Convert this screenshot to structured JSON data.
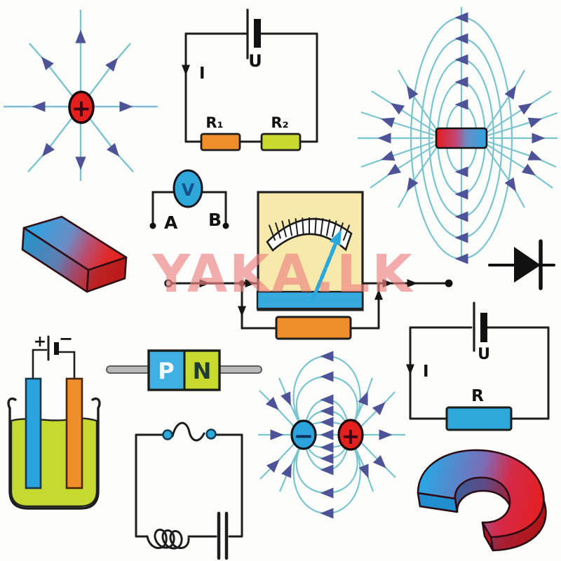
{
  "watermark": {
    "text": "YAKA.LK"
  },
  "colors": {
    "field_line": "#79c4cf",
    "field_arrow": "#4e5398",
    "charge_red": "#e3201d",
    "accent_blue": "#2ea7db",
    "resistor_orange": "#ef8f2b",
    "resistor_green": "#c9da2f",
    "meter_background": "#f6e9ab",
    "watermark_pink": "#ee8282",
    "wire_black": "#1d1d1d"
  },
  "diagrams": {
    "point_charge": {
      "sign": "+"
    },
    "series_circuit": {
      "voltage_label": "U",
      "current_label": "I",
      "resistor1_label": "R₁",
      "resistor2_label": "R₂"
    },
    "voltmeter": {
      "meter_label": "V",
      "terminal_a": "A",
      "terminal_b": "B"
    },
    "electrolysis": {
      "plus": "+",
      "minus": "−"
    },
    "pn_junction": {
      "p": "P",
      "n": "N"
    },
    "dipole": {
      "minus": "−",
      "plus": "+"
    },
    "r_circuit": {
      "voltage_label": "U",
      "current_label": "I",
      "resistor_label": "R"
    }
  }
}
